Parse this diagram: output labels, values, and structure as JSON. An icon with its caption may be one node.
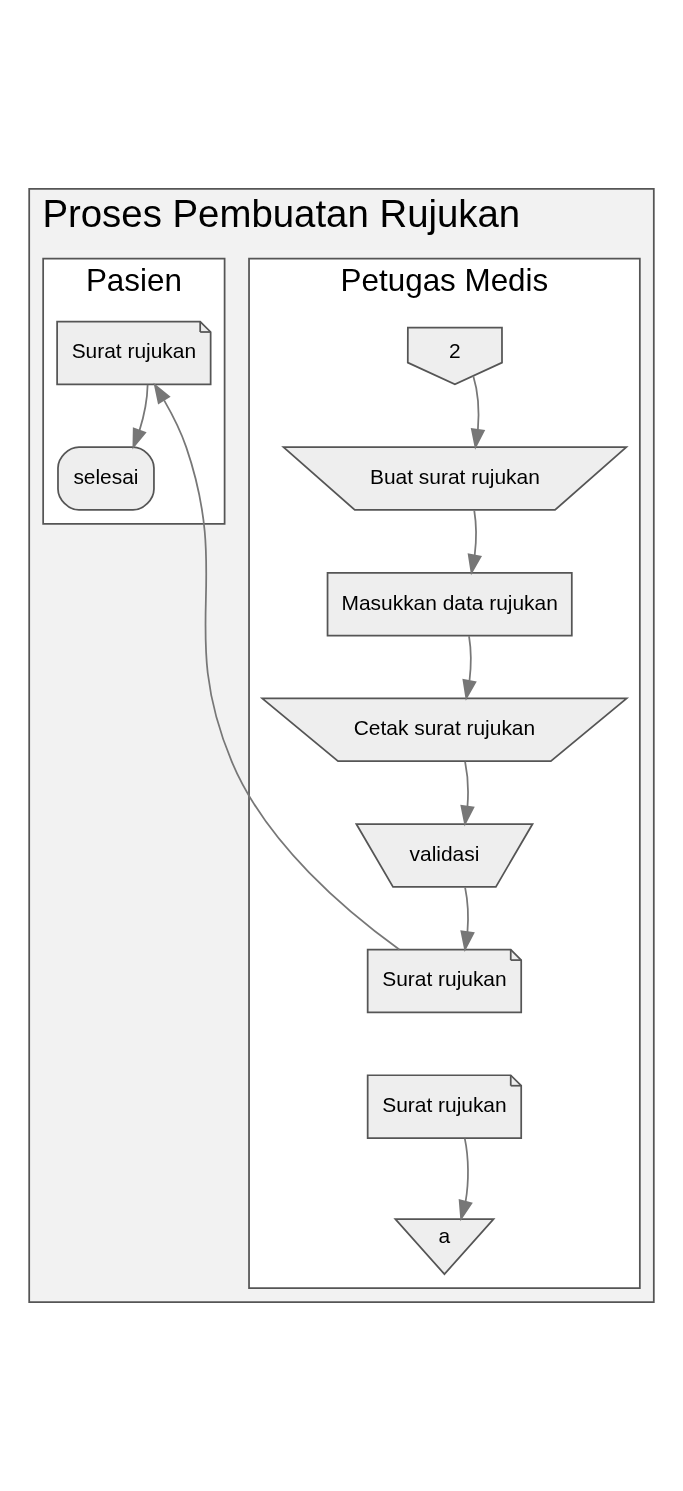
{
  "diagram": {
    "nodes": [
      {
        "text": [
          "Proses Pembuatan Rujukan"
        ]
      },
      {
        "text": [
          "Petugas Medis"
        ],
        "in": 0
      },
      {
        "text": [
          "Pasien"
        ],
        "in": 0
      },
      {
        "text": [
          "2"
        ],
        "in": 1
      },
      {
        "text": [
          "Buat surat rujukan"
        ],
        "in": 1
      },
      {
        "text": [
          "Masukkan data rujukan"
        ],
        "in": 1
      },
      {
        "text": [
          "Cetak surat rujukan"
        ],
        "in": 1
      },
      {
        "text": [
          "validasi"
        ],
        "in": 1
      },
      {
        "text": [
          "Surat rujukan"
        ],
        "in": 1
      },
      {
        "text": [
          "Surat rujukan"
        ],
        "in": 1
      },
      {
        "text": [
          "a"
        ],
        "in": 1
      },
      {
        "text": [
          "Surat rujukan"
        ],
        "in": 2
      },
      {
        "text": [
          "selesai"
        ],
        "in": 2
      }
    ],
    "edges": [
      {
        "from": 3,
        "to": 4,
        "arrow": "to"
      },
      {
        "from": 4,
        "to": 5,
        "arrow": "to"
      },
      {
        "from": 5,
        "to": 6,
        "arrow": "to"
      },
      {
        "from": 6,
        "to": 7,
        "arrow": "to"
      },
      {
        "from": 7,
        "to": 8,
        "arrow": "to"
      },
      {
        "from": 8,
        "to": 11,
        "arrow": "to"
      },
      {
        "from": 9,
        "to": 10,
        "arrow": "to"
      },
      {
        "from": 11,
        "to": 12,
        "arrow": "to"
      }
    ]
  }
}
